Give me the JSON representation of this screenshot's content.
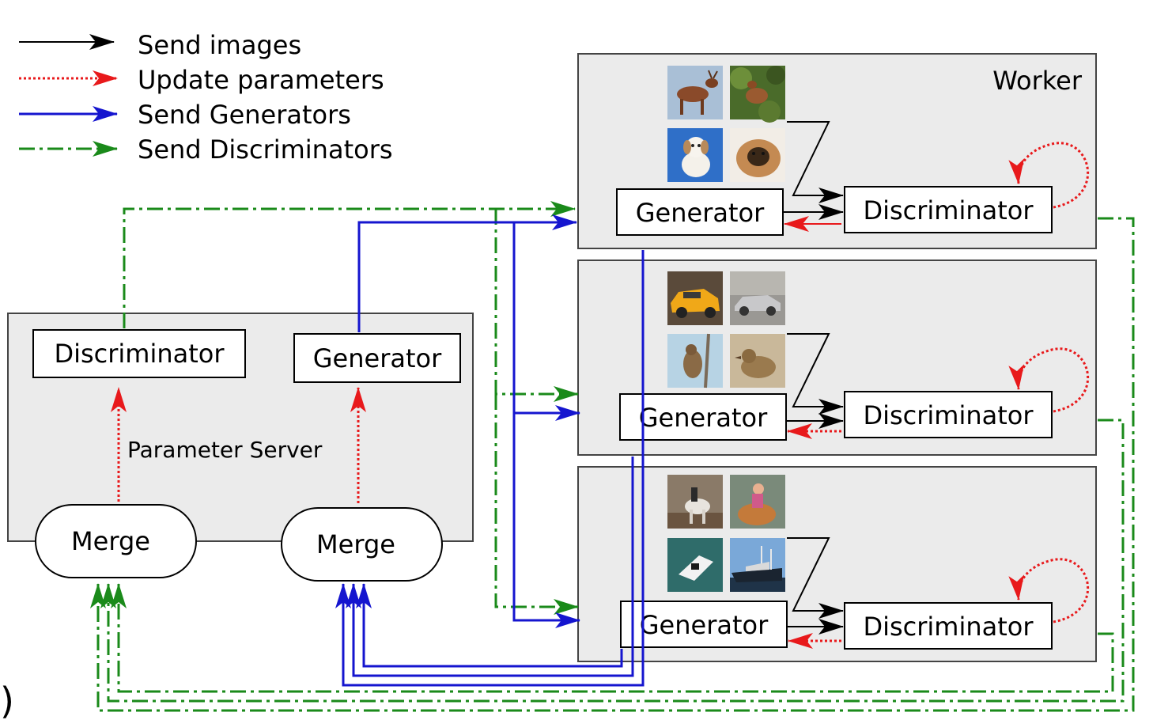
{
  "legend": {
    "send_images": "Send images",
    "update_parameters": "Update parameters",
    "send_generators": "Send Generators",
    "send_discriminators": "Send Discriminators"
  },
  "parameter_server": {
    "title": "Parameter Server",
    "discriminator": "Discriminator",
    "generator": "Generator",
    "merge_left": "Merge",
    "merge_right": "Merge"
  },
  "workers": [
    {
      "title": "Worker",
      "generator": "Generator",
      "discriminator": "Discriminator",
      "images": [
        "deer-image",
        "deer-image",
        "dog-image",
        "dog-image"
      ]
    },
    {
      "title": "",
      "generator": "Generator",
      "discriminator": "Discriminator",
      "images": [
        "automobile-image",
        "automobile-image",
        "bird-image",
        "bird-image"
      ]
    },
    {
      "title": "",
      "generator": "Generator",
      "discriminator": "Discriminator",
      "images": [
        "horse-image",
        "horse-image",
        "ship-image",
        "ship-image"
      ]
    }
  ],
  "corner_glyph": ")",
  "colors": {
    "send_images": "#000000",
    "update_parameters": "#e8191b",
    "send_generators": "#1515cf",
    "send_discriminators": "#1a8a1a",
    "box_fill": "#ebebeb"
  }
}
